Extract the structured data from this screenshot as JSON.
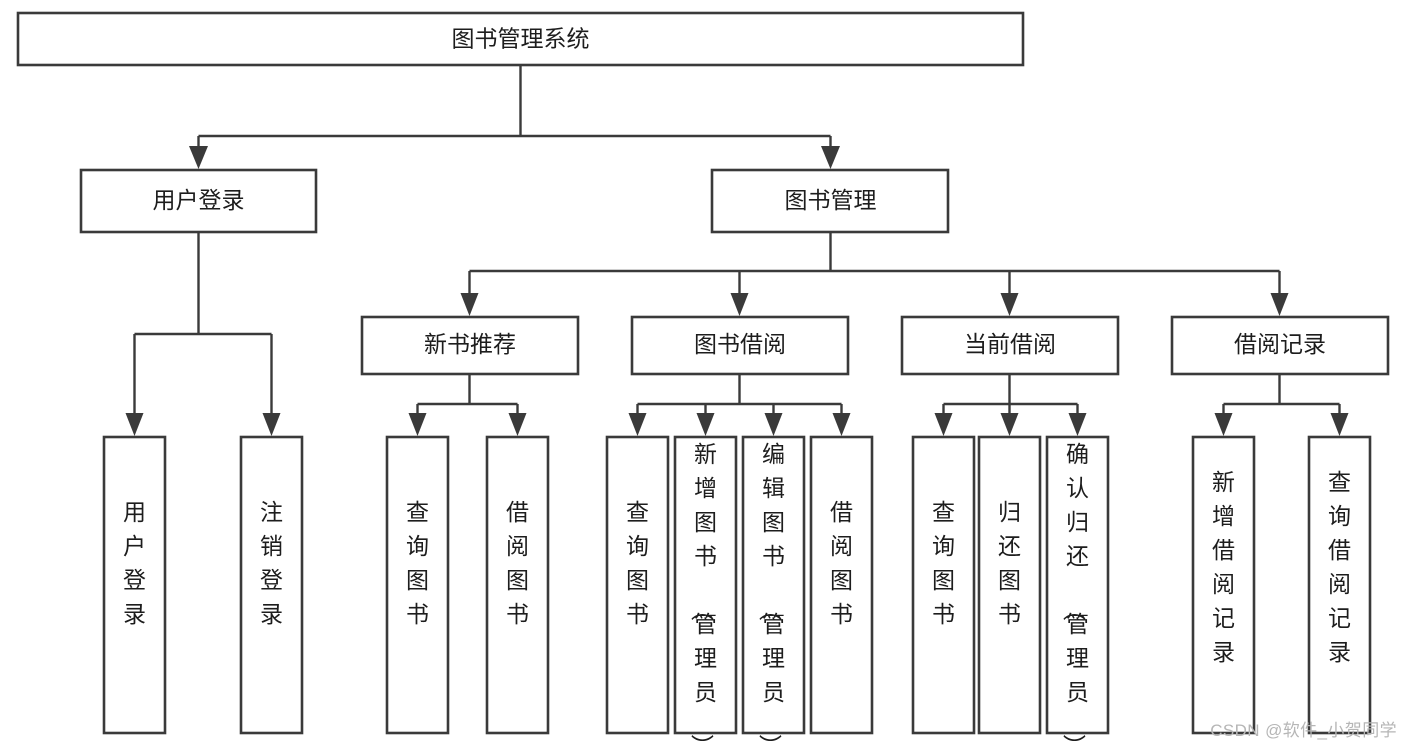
{
  "diagram": {
    "title": "图书管理系统",
    "type": "tree",
    "orientation": "top-down",
    "colors": {
      "stroke": "#3a3a3a",
      "fill": "#ffffff",
      "text": "#1d1d1d",
      "watermark": "#b6b6b6",
      "background": "#ffffff"
    },
    "levels": {
      "root": {
        "label": "图书管理系统"
      },
      "level2": [
        {
          "id": "user-login",
          "label": "用户登录"
        },
        {
          "id": "book-management",
          "label": "图书管理"
        }
      ],
      "level3": [
        {
          "id": "new-book-recommend",
          "label": "新书推荐",
          "parent": "book-management"
        },
        {
          "id": "book-borrow",
          "label": "图书借阅",
          "parent": "book-management"
        },
        {
          "id": "current-borrow",
          "label": "当前借阅",
          "parent": "book-management"
        },
        {
          "id": "borrow-record",
          "label": "借阅记录",
          "parent": "book-management"
        }
      ],
      "leaves": [
        {
          "id": "leaf-user-login",
          "label": "用户登录",
          "parent": "user-login"
        },
        {
          "id": "leaf-logout-login",
          "label": "注销登录",
          "parent": "user-login"
        },
        {
          "id": "leaf-query-book-a",
          "label": "查询图书",
          "parent": "new-book-recommend"
        },
        {
          "id": "leaf-borrow-book-a",
          "label": "借阅图书",
          "parent": "new-book-recommend"
        },
        {
          "id": "leaf-query-book-b",
          "label": "查询图书",
          "parent": "book-borrow"
        },
        {
          "id": "leaf-add-book",
          "label": "新增图书（管理员）",
          "parent": "book-borrow"
        },
        {
          "id": "leaf-edit-book",
          "label": "编辑图书（管理员）",
          "parent": "book-borrow"
        },
        {
          "id": "leaf-borrow-book-b",
          "label": "借阅图书",
          "parent": "book-borrow"
        },
        {
          "id": "leaf-query-book-c",
          "label": "查询图书",
          "parent": "current-borrow"
        },
        {
          "id": "leaf-return-book",
          "label": "归还图书",
          "parent": "current-borrow"
        },
        {
          "id": "leaf-confirm-return",
          "label": "确认归还（管理员）",
          "parent": "current-borrow"
        },
        {
          "id": "leaf-add-record",
          "label": "新增借阅记录",
          "parent": "borrow-record"
        },
        {
          "id": "leaf-query-record",
          "label": "查询借阅记录",
          "parent": "borrow-record"
        }
      ]
    }
  },
  "watermark": {
    "text": "CSDN @软件_小贺同学"
  }
}
